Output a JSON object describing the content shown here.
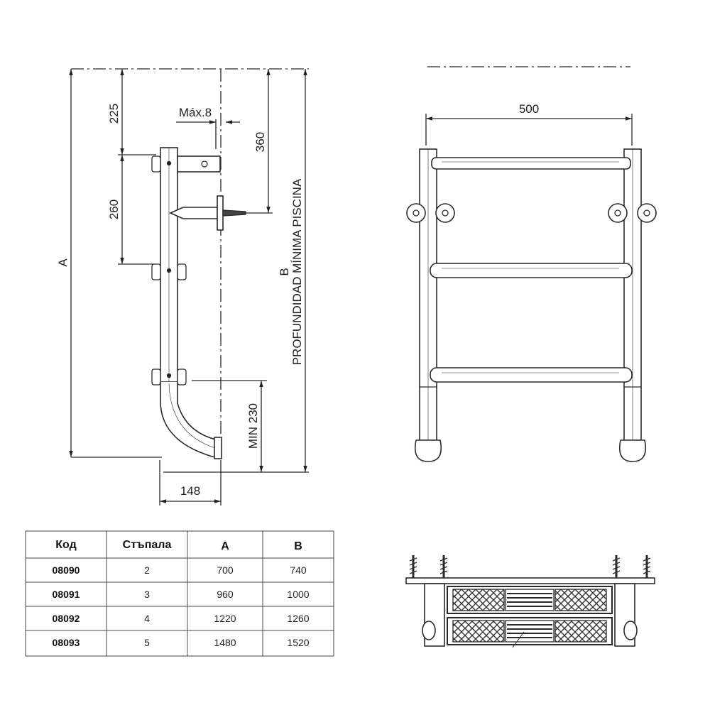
{
  "side_view": {
    "dim_225": "225",
    "dim_max8": "Máx.8",
    "dim_360": "360",
    "dim_260": "260",
    "dim_a": "A",
    "dim_b": "B",
    "label_depth": "PROFUNDIDAD MÍNIMA PISCINA",
    "dim_min230": "MIN 230",
    "dim_148": "148"
  },
  "front_view": {
    "dim_500": "500"
  },
  "table": {
    "headers": [
      "Код",
      "Стъпала",
      "A",
      "B"
    ],
    "rows": [
      [
        "08090",
        "2",
        "700",
        "740"
      ],
      [
        "08091",
        "3",
        "960",
        "1000"
      ],
      [
        "08092",
        "4",
        "1220",
        "1260"
      ],
      [
        "08093",
        "5",
        "1480",
        "1520"
      ]
    ]
  },
  "colors": {
    "line": "#2a2a2a",
    "fill": "#ffffff"
  }
}
